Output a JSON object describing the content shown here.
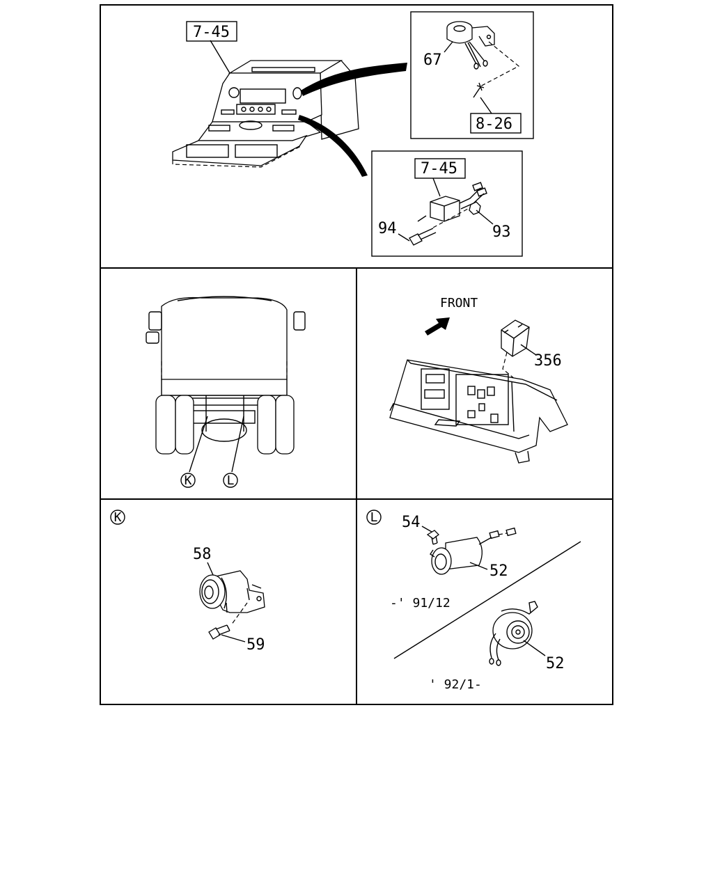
{
  "panels": {
    "top": {
      "ref_console": "7-45",
      "detail_a": {
        "part": "67",
        "ref": "8-26"
      },
      "detail_b": {
        "ref": "7-45",
        "part_bolt": "94",
        "part_nut": "93"
      }
    },
    "middle_left": {
      "callout_k": "K",
      "callout_l": "L"
    },
    "middle_right": {
      "direction": "FRONT",
      "part": "356"
    },
    "bottom_left": {
      "callout": "K",
      "part_horn": "58",
      "part_bolt": "59"
    },
    "bottom_right": {
      "callout": "L",
      "part_bolt": "54",
      "part_horn_old": "52",
      "range_old": "-' 91/12",
      "part_horn_new": "52",
      "range_new": "' 92/1-"
    }
  }
}
